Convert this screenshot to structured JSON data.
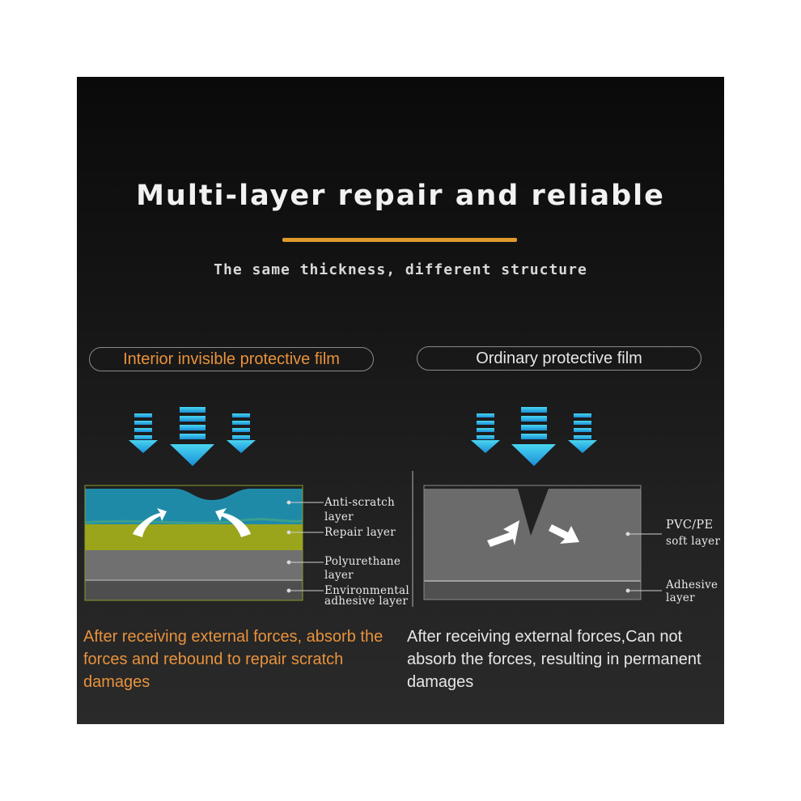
{
  "title": "Multi-layer repair and reliable",
  "subtitle": "The same thickness, different structure",
  "left": {
    "heading": "Interior invisible protective film",
    "layers": {
      "anti_scratch_1": "Anti-scratch",
      "anti_scratch_2": "layer",
      "repair": "Repair layer",
      "polyurethane_1": "Polyurethane",
      "polyurethane_2": "layer",
      "adhesive_1": "Environmental",
      "adhesive_2": "adhesive layer"
    },
    "description": "After receiving external forces, absorb the forces and rebound to repair scratch damages"
  },
  "right": {
    "heading": "Ordinary protective film",
    "layers": {
      "soft_1": "PVC/PE",
      "soft_2": "soft layer",
      "adhesive_1": "Adhesive",
      "adhesive_2": "layer"
    },
    "description": "After receiving external forces,Can not absorb the forces, resulting in permanent damages"
  },
  "colors": {
    "accent": "#e09a2c",
    "arrow": "#29b4e6",
    "anti_scratch": "#1f8aa8",
    "repair": "#9aa51c",
    "polyurethane": "#707070",
    "adhesive": "#5a5a5a",
    "ordinary_film": "#6b6b6b"
  }
}
